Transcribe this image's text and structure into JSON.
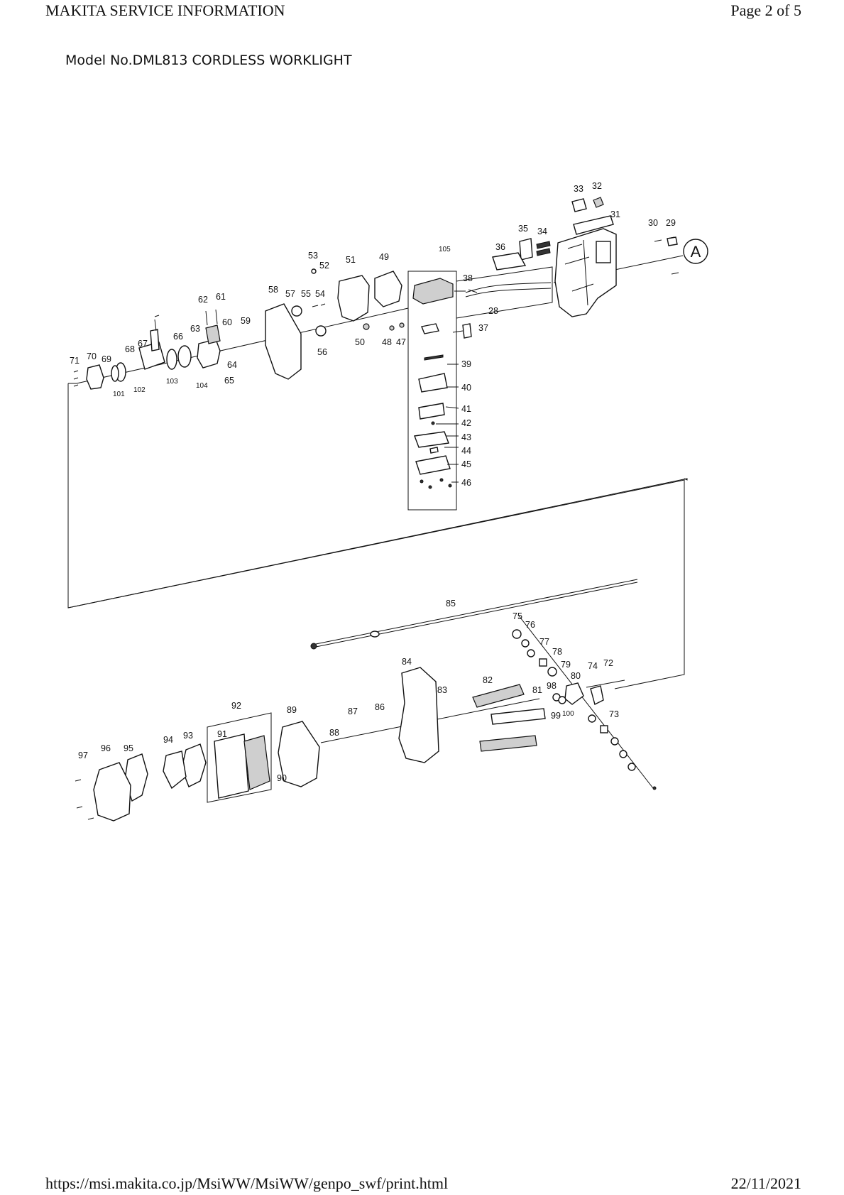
{
  "header": {
    "left": "MAKITA SERVICE INFORMATION",
    "right": "Page 2 of 5"
  },
  "title": "Model No.DML813 CORDLESS WORKLIGHT",
  "reference_mark": "A",
  "callouts": {
    "n28": "28",
    "n29": "29",
    "n30": "30",
    "n31": "31",
    "n32": "32",
    "n33": "33",
    "n34": "34",
    "n35": "35",
    "n36": "36",
    "n37": "37",
    "n38": "38",
    "n39": "39",
    "n40": "40",
    "n41": "41",
    "n42": "42",
    "n43": "43",
    "n44": "44",
    "n45": "45",
    "n46": "46",
    "n47": "47",
    "n48": "48",
    "n49": "49",
    "n50": "50",
    "n51": "51",
    "n52": "52",
    "n53": "53",
    "n54": "54",
    "n55": "55",
    "n56": "56",
    "n57": "57",
    "n58": "58",
    "n59": "59",
    "n60": "60",
    "n61": "61",
    "n62": "62",
    "n63": "63",
    "n64": "64",
    "n65": "65",
    "n66": "66",
    "n67": "67",
    "n68": "68",
    "n69": "69",
    "n70": "70",
    "n71": "71",
    "n72": "72",
    "n73": "73",
    "n74": "74",
    "n75": "75",
    "n76": "76",
    "n77": "77",
    "n78": "78",
    "n79": "79",
    "n80": "80",
    "n81": "81",
    "n82": "82",
    "n83": "83",
    "n84": "84",
    "n85": "85",
    "n86": "86",
    "n87": "87",
    "n88": "88",
    "n89": "89",
    "n90": "90",
    "n91": "91",
    "n92": "92",
    "n93": "93",
    "n94": "94",
    "n95": "95",
    "n96": "96",
    "n97": "97",
    "n98": "98",
    "n99": "99",
    "n100": "100",
    "n101": "101",
    "n102": "102",
    "n103": "103",
    "n104": "104",
    "n105": "105"
  },
  "footer": {
    "left": "https://msi.makita.co.jp/MsiWW/MsiWW/genpo_swf/print.html",
    "right": "22/11/2021"
  }
}
